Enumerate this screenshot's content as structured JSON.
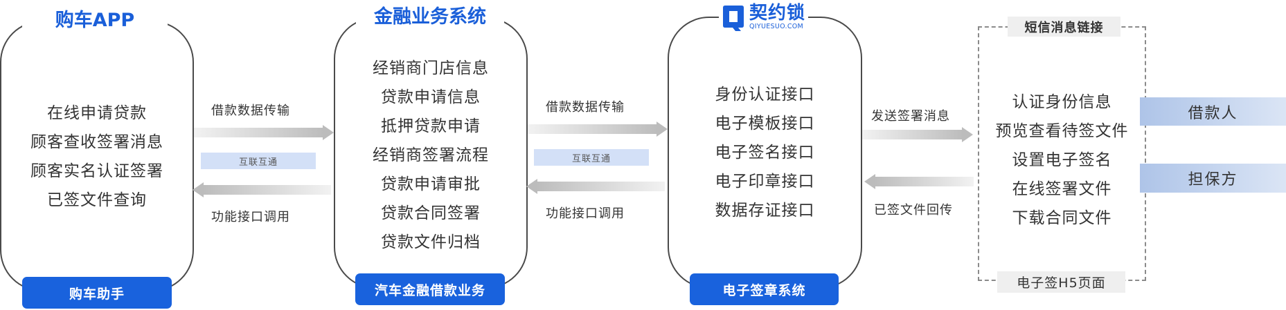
{
  "systems": [
    {
      "title": "购车APP",
      "items": [
        "在线申请贷款",
        "顾客查收签署消息",
        "顾客实名认证签署",
        "已签文件查询"
      ],
      "footer": "购车助手"
    },
    {
      "title": "金融业务系统",
      "items": [
        "经销商门店信息",
        "贷款申请信息",
        "抵押贷款申请",
        "经销商签署流程",
        "贷款申请审批",
        "贷款合同签署",
        "贷款文件归档"
      ],
      "footer": "汽车金融借款业务"
    },
    {
      "logo": {
        "cn": "契约锁",
        "en": "QIYUESUO.COM"
      },
      "items": [
        "身份认证接口",
        "电子模板接口",
        "电子签名接口",
        "电子印章接口",
        "数据存证接口"
      ],
      "footer": "电子签章系统"
    }
  ],
  "connectors": [
    {
      "top_label": "借款数据传输",
      "middle_badge": "互联互通",
      "bottom_label": "功能接口调用"
    },
    {
      "top_label": "借款数据传输",
      "middle_badge": "互联互通",
      "bottom_label": "功能接口调用"
    },
    {
      "top_label": "发送签署消息",
      "bottom_label": "已签文件回传"
    }
  ],
  "h5_panel": {
    "top_label": "短信消息链接",
    "items": [
      "认证身份信息",
      "预览查看待签文件",
      "设置电子签名",
      "在线签署文件",
      "下载合同文件"
    ],
    "bottom_label": "电子签H5页面"
  },
  "roles": [
    "借款人",
    "担保方"
  ],
  "colors": {
    "brand_blue": "#1962dd",
    "title_blue": "#1a5fd9",
    "badge_bg": "#d3e0f7",
    "role_gradient_start": "#aec4e8",
    "role_gradient_end": "#dbe5f5",
    "arrow_gray": "#bcbcbc",
    "box_border": "#4a4a4a"
  }
}
